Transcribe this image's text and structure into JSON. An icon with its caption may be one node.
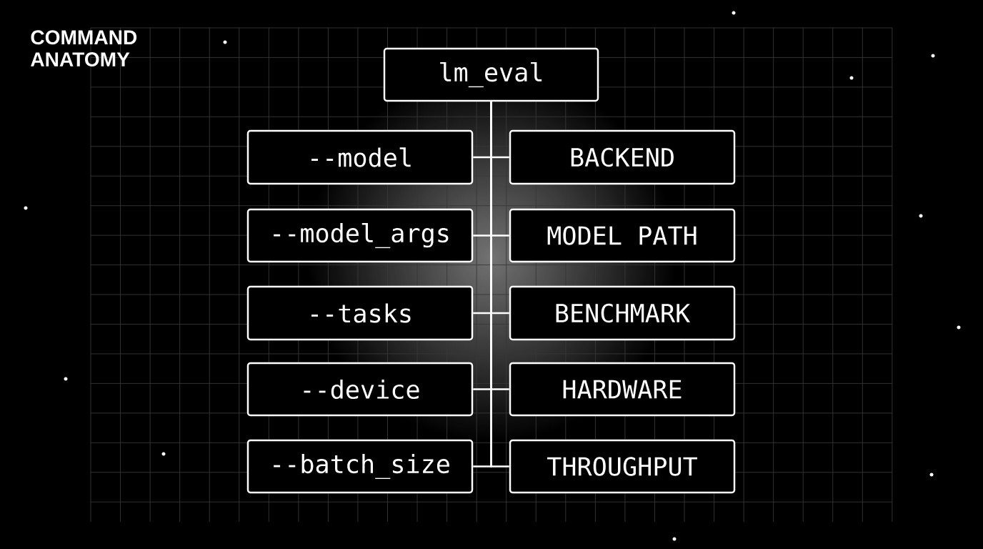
{
  "diagram": {
    "title": "COMMAND ANATOMY",
    "nodes": [
      {
        "text": [
          "lm_eval"
        ]
      },
      {
        "text": [
          "--model"
        ]
      },
      {
        "text": [
          "BACKEND"
        ]
      },
      {
        "text": [
          "--model_args"
        ]
      },
      {
        "text": [
          "MODEL PATH"
        ]
      },
      {
        "text": [
          "--tasks"
        ]
      },
      {
        "text": [
          "BENCHMARK"
        ]
      },
      {
        "text": [
          "--device"
        ]
      },
      {
        "text": [
          "HARDWARE"
        ]
      },
      {
        "text": [
          "--batch_size"
        ]
      },
      {
        "text": [
          "THROUGHPUT"
        ]
      }
    ],
    "edges": [
      {
        "from": 0,
        "to": 1,
        "arrow": "none"
      },
      {
        "from": 0,
        "to": 2,
        "arrow": "none"
      },
      {
        "from": 0,
        "to": 3,
        "arrow": "none"
      },
      {
        "from": 0,
        "to": 4,
        "arrow": "none"
      },
      {
        "from": 0,
        "to": 5,
        "arrow": "none"
      },
      {
        "from": 0,
        "to": 6,
        "arrow": "none"
      },
      {
        "from": 0,
        "to": 7,
        "arrow": "none"
      },
      {
        "from": 0,
        "to": 8,
        "arrow": "none"
      },
      {
        "from": 0,
        "to": 9,
        "arrow": "none"
      },
      {
        "from": 0,
        "to": 10,
        "arrow": "none"
      }
    ]
  }
}
